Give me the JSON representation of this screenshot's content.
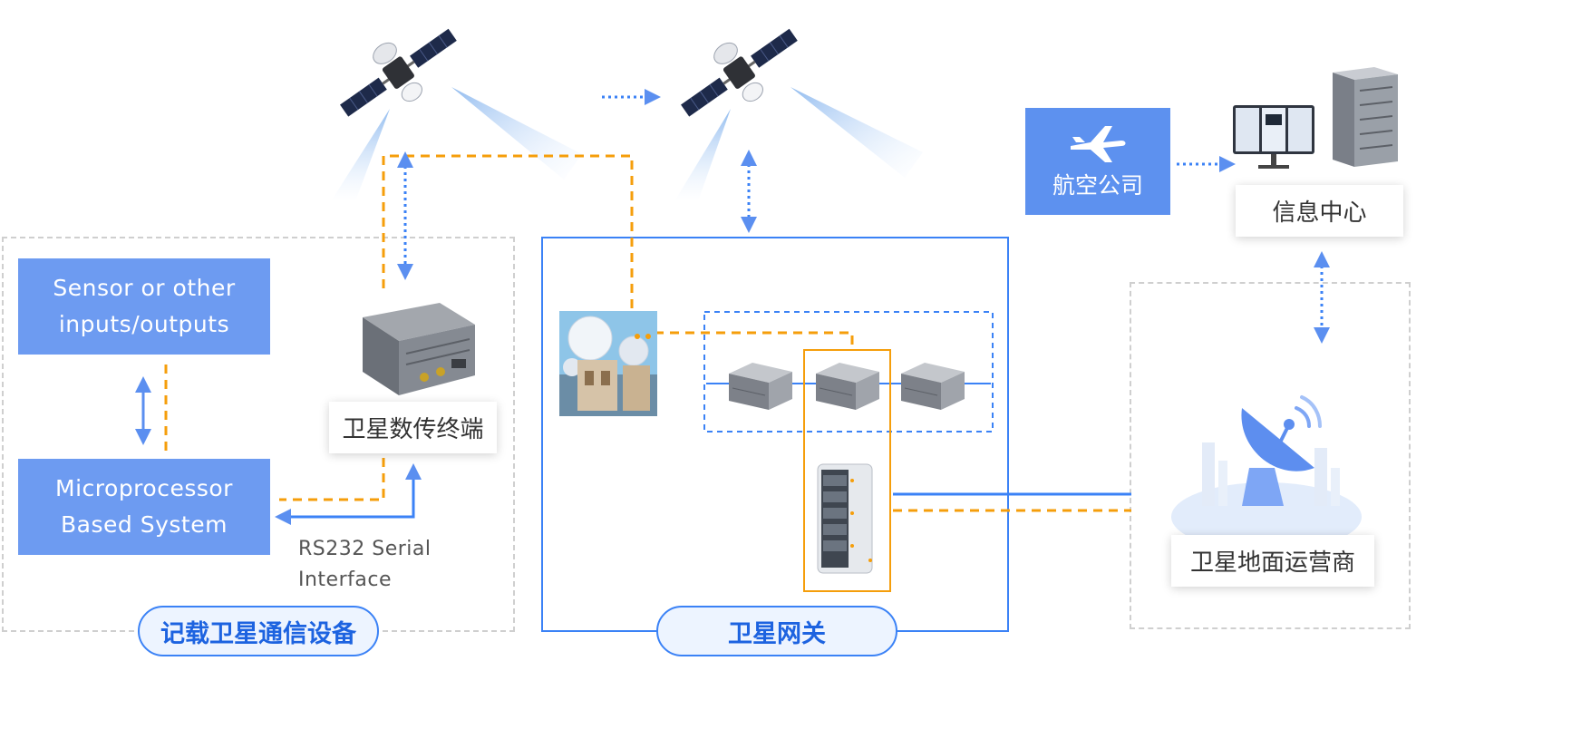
{
  "diagram": {
    "onboard_group_label": "记载卫星通信设备",
    "gateway_group_label": "卫星网关",
    "sensor_box": {
      "line1": "Sensor or other",
      "line2": "inputs/outputs"
    },
    "micro_box": {
      "line1": "Microprocessor",
      "line2": "Based System"
    },
    "terminal_label": "卫星数传终端",
    "rs232_label": {
      "line1": "RS232 Serial",
      "line2": "Interface"
    },
    "airline_label": "航空公司",
    "info_center_label": "信息中心",
    "ground_operator_label": "卫星地面运营商"
  },
  "colors": {
    "accent_blue": "#6d9bf1",
    "link_blue": "#3b82f6",
    "orange": "#f59e0b",
    "pill_text": "#1d63e0"
  },
  "icons": [
    "satellite-icon",
    "airplane-icon",
    "monitor-icon",
    "server-rack-icon",
    "radar-dish-icon",
    "modem-icon",
    "earth-station-icon"
  ]
}
